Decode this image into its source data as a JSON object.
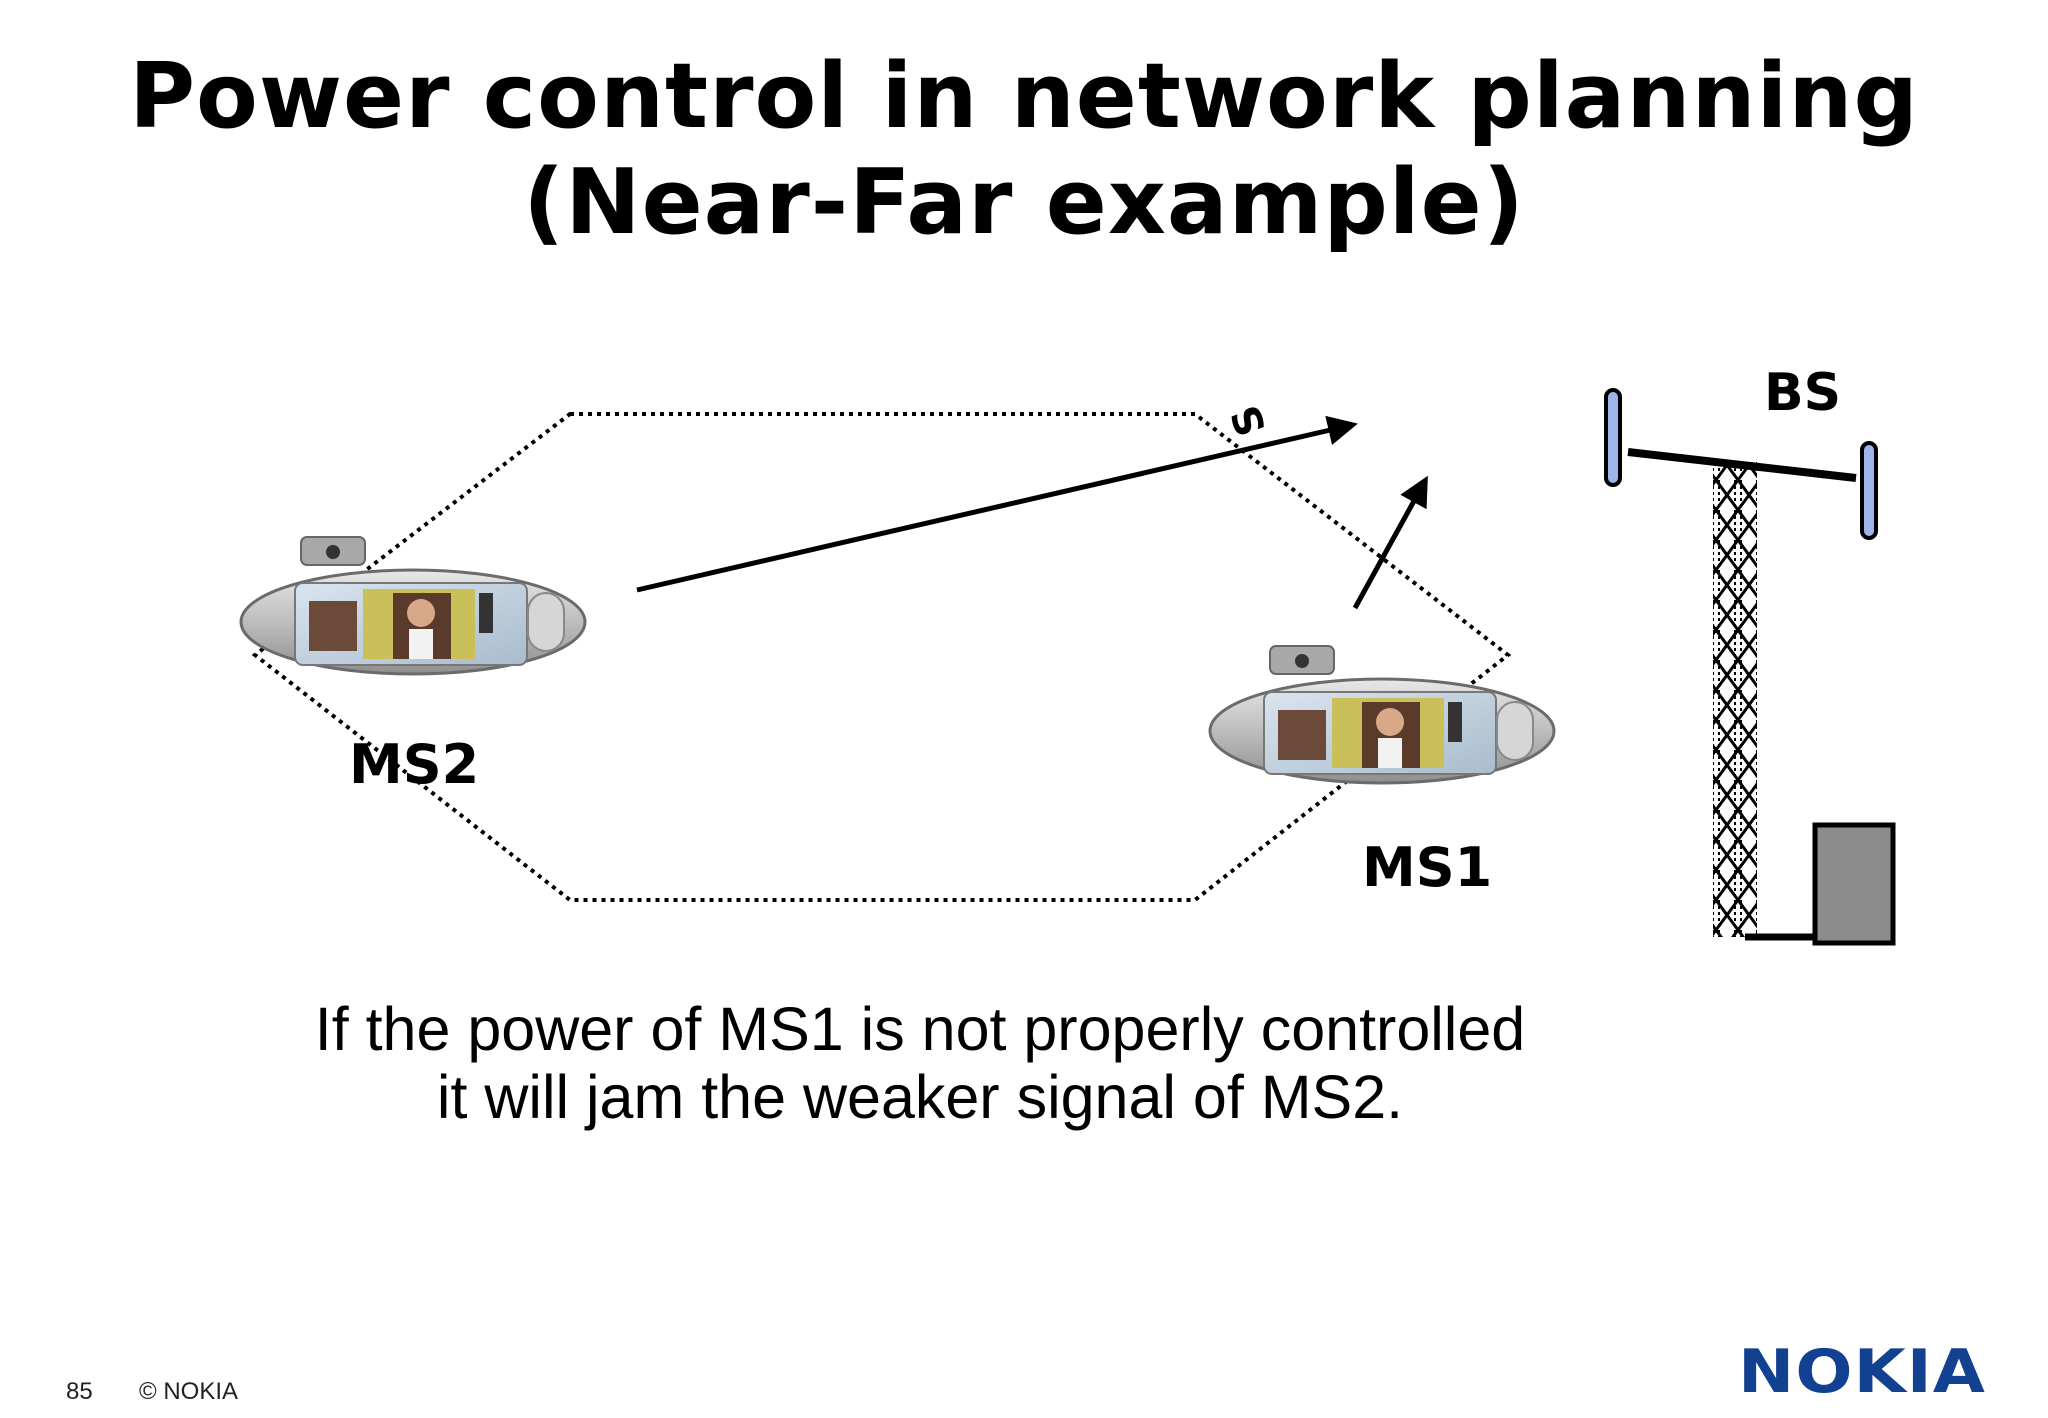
{
  "slide": {
    "title_line1": "Power control in network planning",
    "title_line2": "(Near-Far example)",
    "caption_line1": "If the power of MS1 is not properly controlled",
    "caption_line2": "it will jam the weaker signal of MS2.",
    "page_number": "85",
    "copyright": "© NOKIA",
    "logo_text": "NOKIA"
  },
  "diagram": {
    "label_ms2": "MS2",
    "label_ms1": "MS1",
    "label_bs": "BS",
    "label_s": "S"
  },
  "colors": {
    "logo": "#124191",
    "antenna": "#9db5e8",
    "equipment": "#8c8c8c"
  }
}
